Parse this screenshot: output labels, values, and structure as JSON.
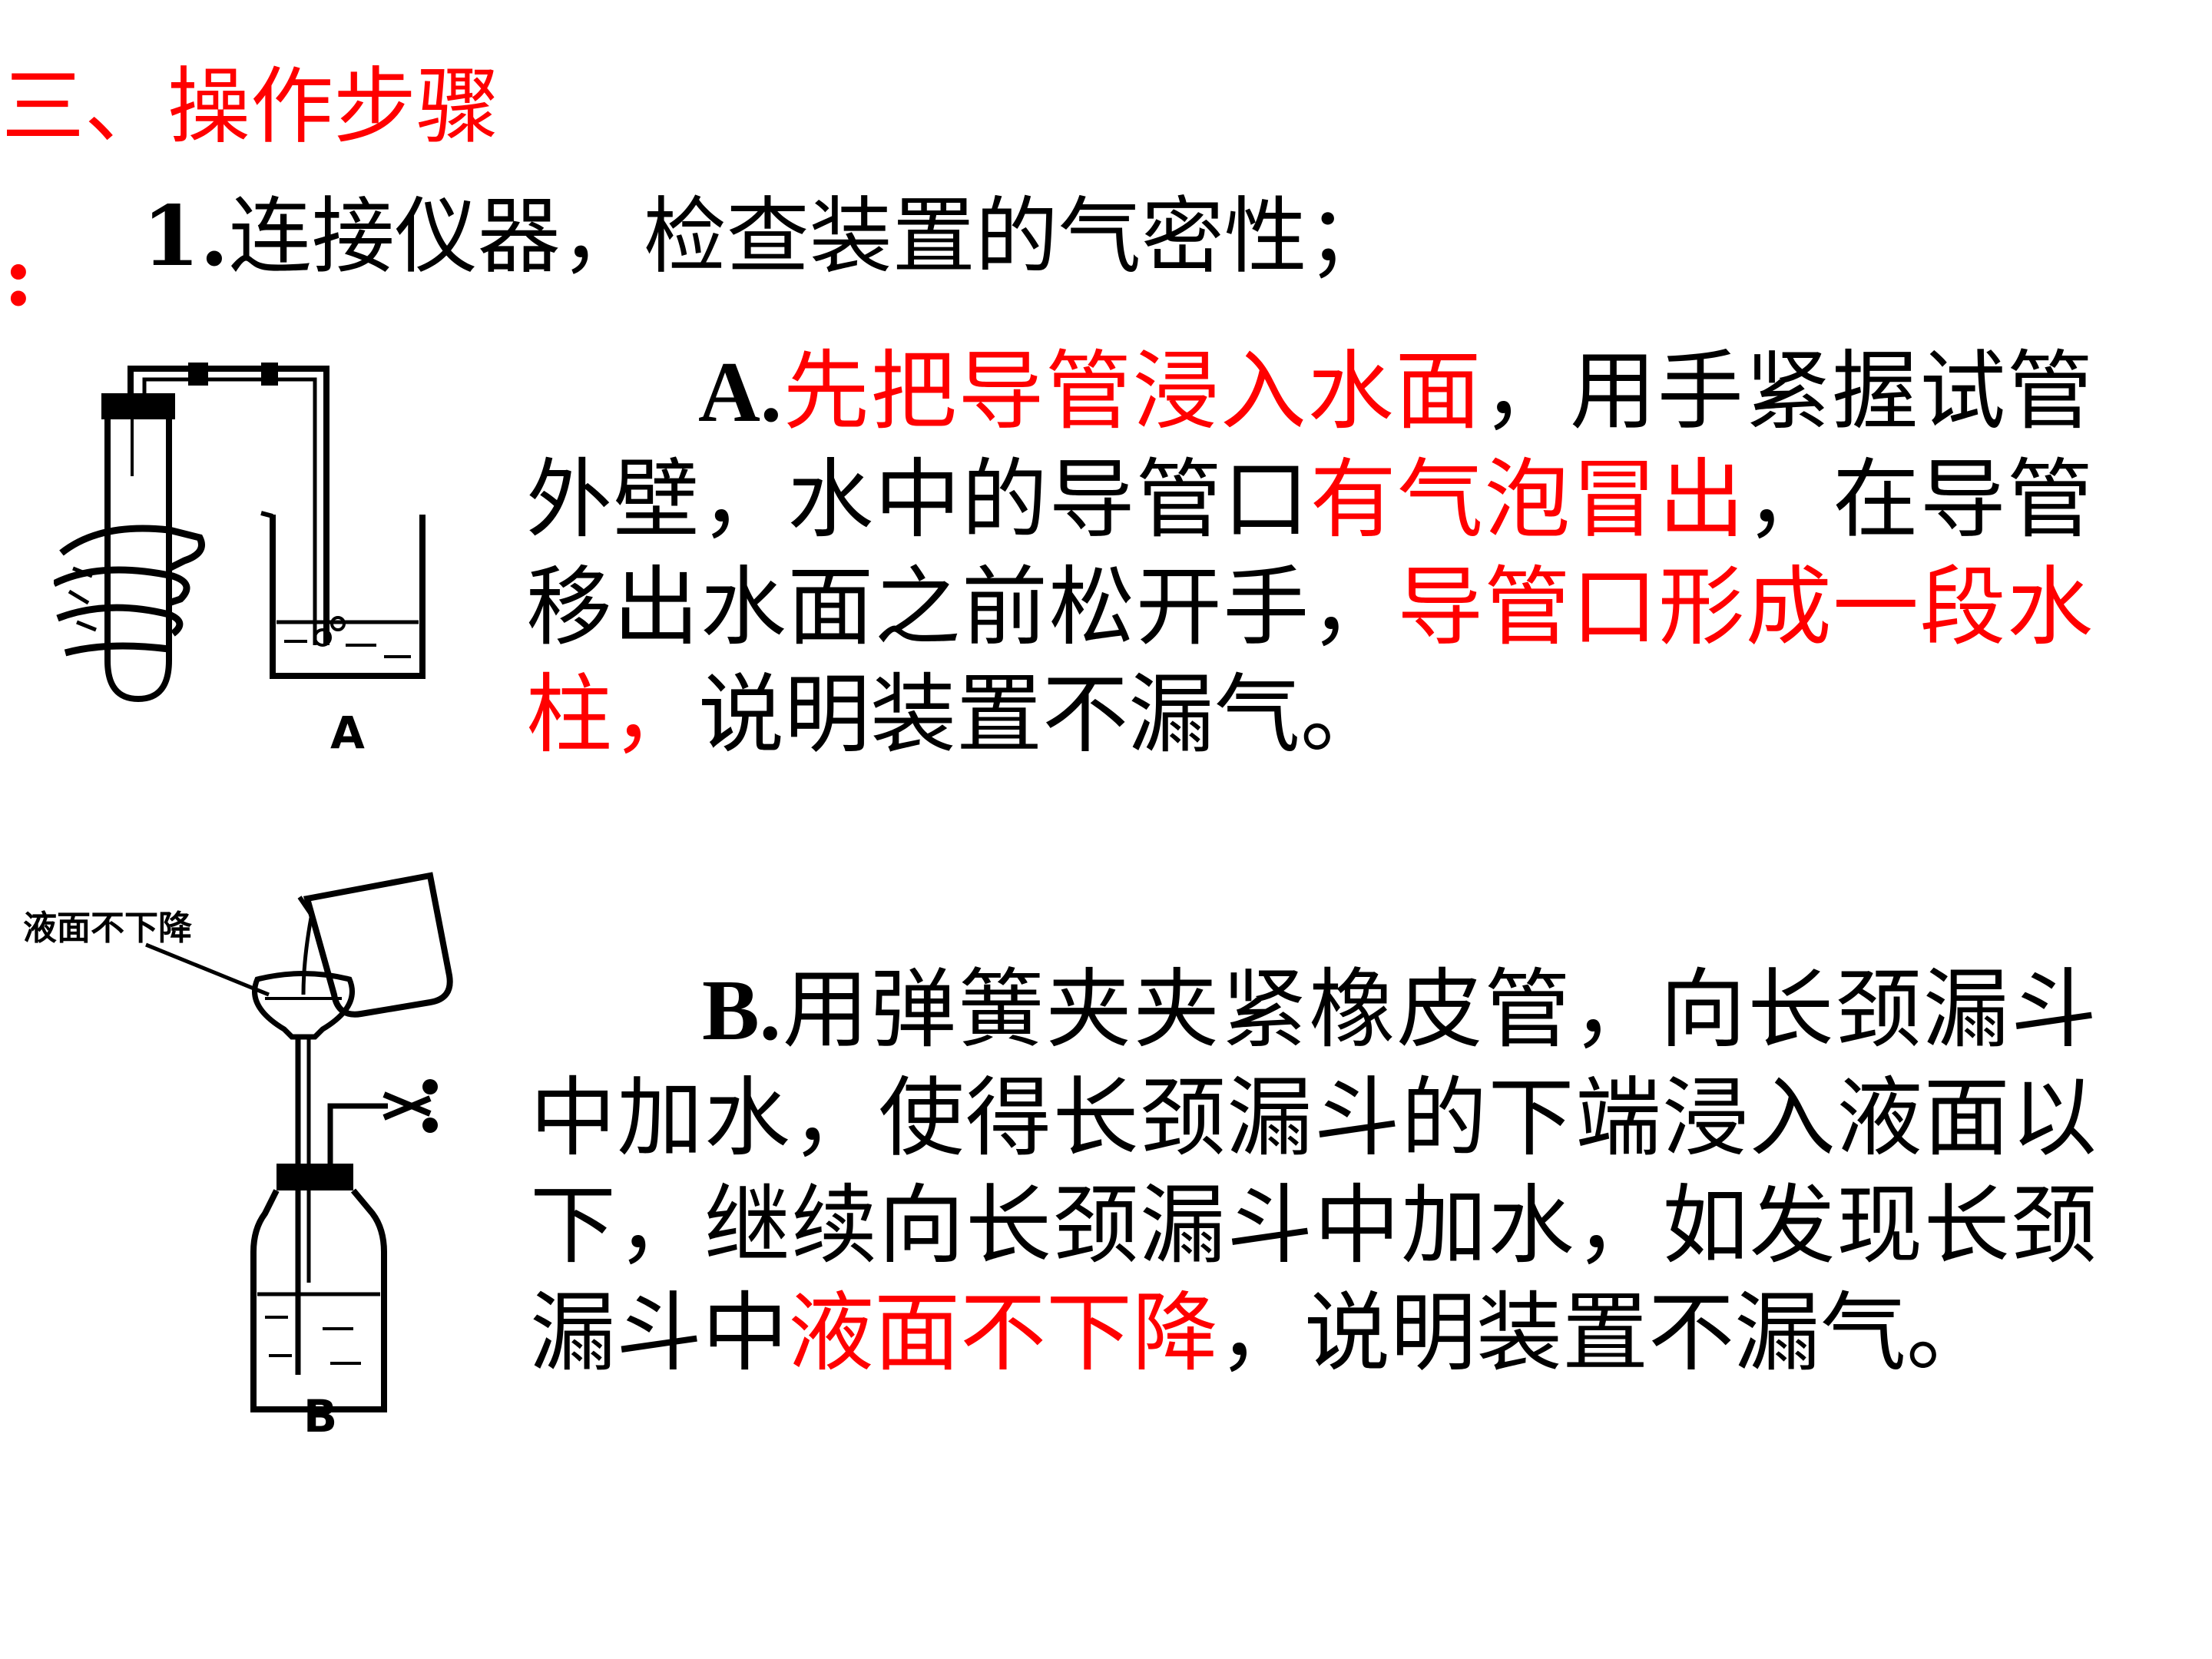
{
  "heading": "三、操作步骤",
  "colon_mark": ":",
  "step1": {
    "number": "1.",
    "text": "连接仪器，检查装置的气密性；"
  },
  "para_a": {
    "letter": "A.",
    "seg1_red": "先把导管浸入水面",
    "seg2": "，用手紧握试管外壁，水中的导管口",
    "seg3_red": "有气泡冒出",
    "seg4": "，在导管移出水面之前松开手，",
    "seg5_red": "导管口形成一段水柱，",
    "seg6": "说明装置不漏气。"
  },
  "para_b": {
    "letter": "B.",
    "seg1": "用弹簧夹夹紧橡皮管，向长颈漏斗中加水，使得长颈漏斗的下端浸入液面以下，继续向长颈漏斗中加水，如发现长颈漏斗中",
    "seg2_red": "液面不下降",
    "seg3": "，说明装置不漏气。"
  },
  "figure_a": {
    "label": "A"
  },
  "figure_b": {
    "label": "B",
    "caption": "液面不下降"
  },
  "colors": {
    "highlight": "#ff0000",
    "text": "#000000"
  }
}
